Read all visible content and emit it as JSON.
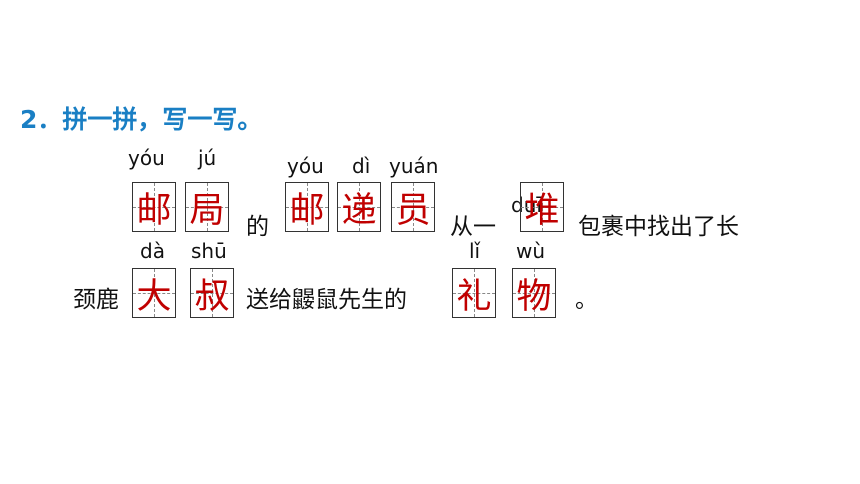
{
  "title": "2．拼一拼，写一写。",
  "pinyin": {
    "you1": "yóu",
    "ju": "jú",
    "you2": "yóu",
    "di": "dì",
    "yuan": "yuán",
    "dui": "duī",
    "da": "dà",
    "shu": "shū",
    "li": "lǐ",
    "wu": "wù"
  },
  "answers": {
    "you1": "邮",
    "ju": "局",
    "you2": "邮",
    "di": "递",
    "yuan": "员",
    "dui": "堆",
    "da": "大",
    "shu": "叔",
    "li": "礼",
    "wu": "物"
  },
  "text": {
    "de1": "的",
    "congyi": "从一",
    "baoguo": "包裹中找出了长",
    "jinglu": "颈鹿",
    "songgei": "送给鼹鼠先生的",
    "period": "。"
  }
}
